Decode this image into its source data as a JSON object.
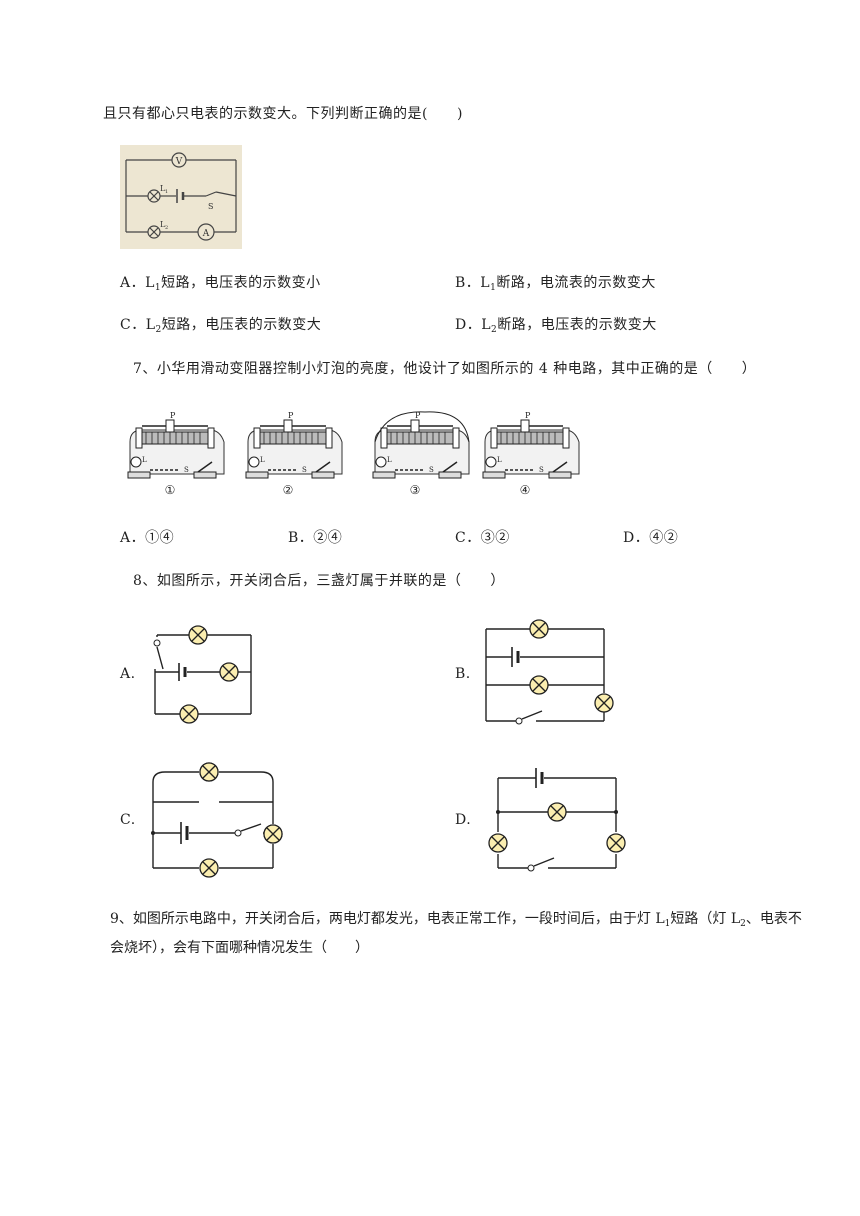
{
  "q6": {
    "stem": "且只有都心只电表的示数变大。下列判断正确的是(　　)",
    "circuit": {
      "v_label": "V",
      "a_label": "A",
      "l1": "L",
      "l1_sub": "1",
      "l2": "L",
      "l2_sub": "2",
      "s_label": "S"
    },
    "options": [
      {
        "letter": "A．L",
        "sub": "1",
        "rest": "短路，电压表的示数变小"
      },
      {
        "letter": "B．L",
        "sub": "1",
        "rest": "断路，电流表的示数变大"
      },
      {
        "letter": "C．L",
        "sub": "2",
        "rest": "短路，电压表的示数变大"
      },
      {
        "letter": "D．L",
        "sub": "2",
        "rest": "断路，电压表的示数变大"
      }
    ]
  },
  "q7": {
    "stem": "7、小华用滑动变阻器控制小灯泡的亮度，他设计了如图所示的 4 种电路，其中正确的是（　　）",
    "figures": [
      {
        "num": "①",
        "p": "P",
        "l": "L",
        "s": "S"
      },
      {
        "num": "②",
        "p": "P",
        "l": "L",
        "s": "S"
      },
      {
        "num": "③",
        "p": "P",
        "l": "L",
        "s": "S"
      },
      {
        "num": "④",
        "p": "P",
        "l": "L",
        "s": "S"
      }
    ],
    "options": [
      "A．①④",
      "B．②④",
      "C．③②",
      "D．④②"
    ]
  },
  "q8": {
    "stem": "8、如图所示，开关闭合后，三盏灯属于并联的是（　　）",
    "labels": [
      "A.",
      "B.",
      "C.",
      "D."
    ]
  },
  "q9": {
    "stem_part1": "9、如图所示电路中，开关闭合后，两电灯都发光，电表正常工作，一段时间后，由于灯 L",
    "stem_sub1": "1",
    "stem_part2": "短路（灯 L",
    "stem_sub2": "2",
    "stem_part3": "、电表不会烧坏），会有下面哪种情况发生（　　）"
  }
}
